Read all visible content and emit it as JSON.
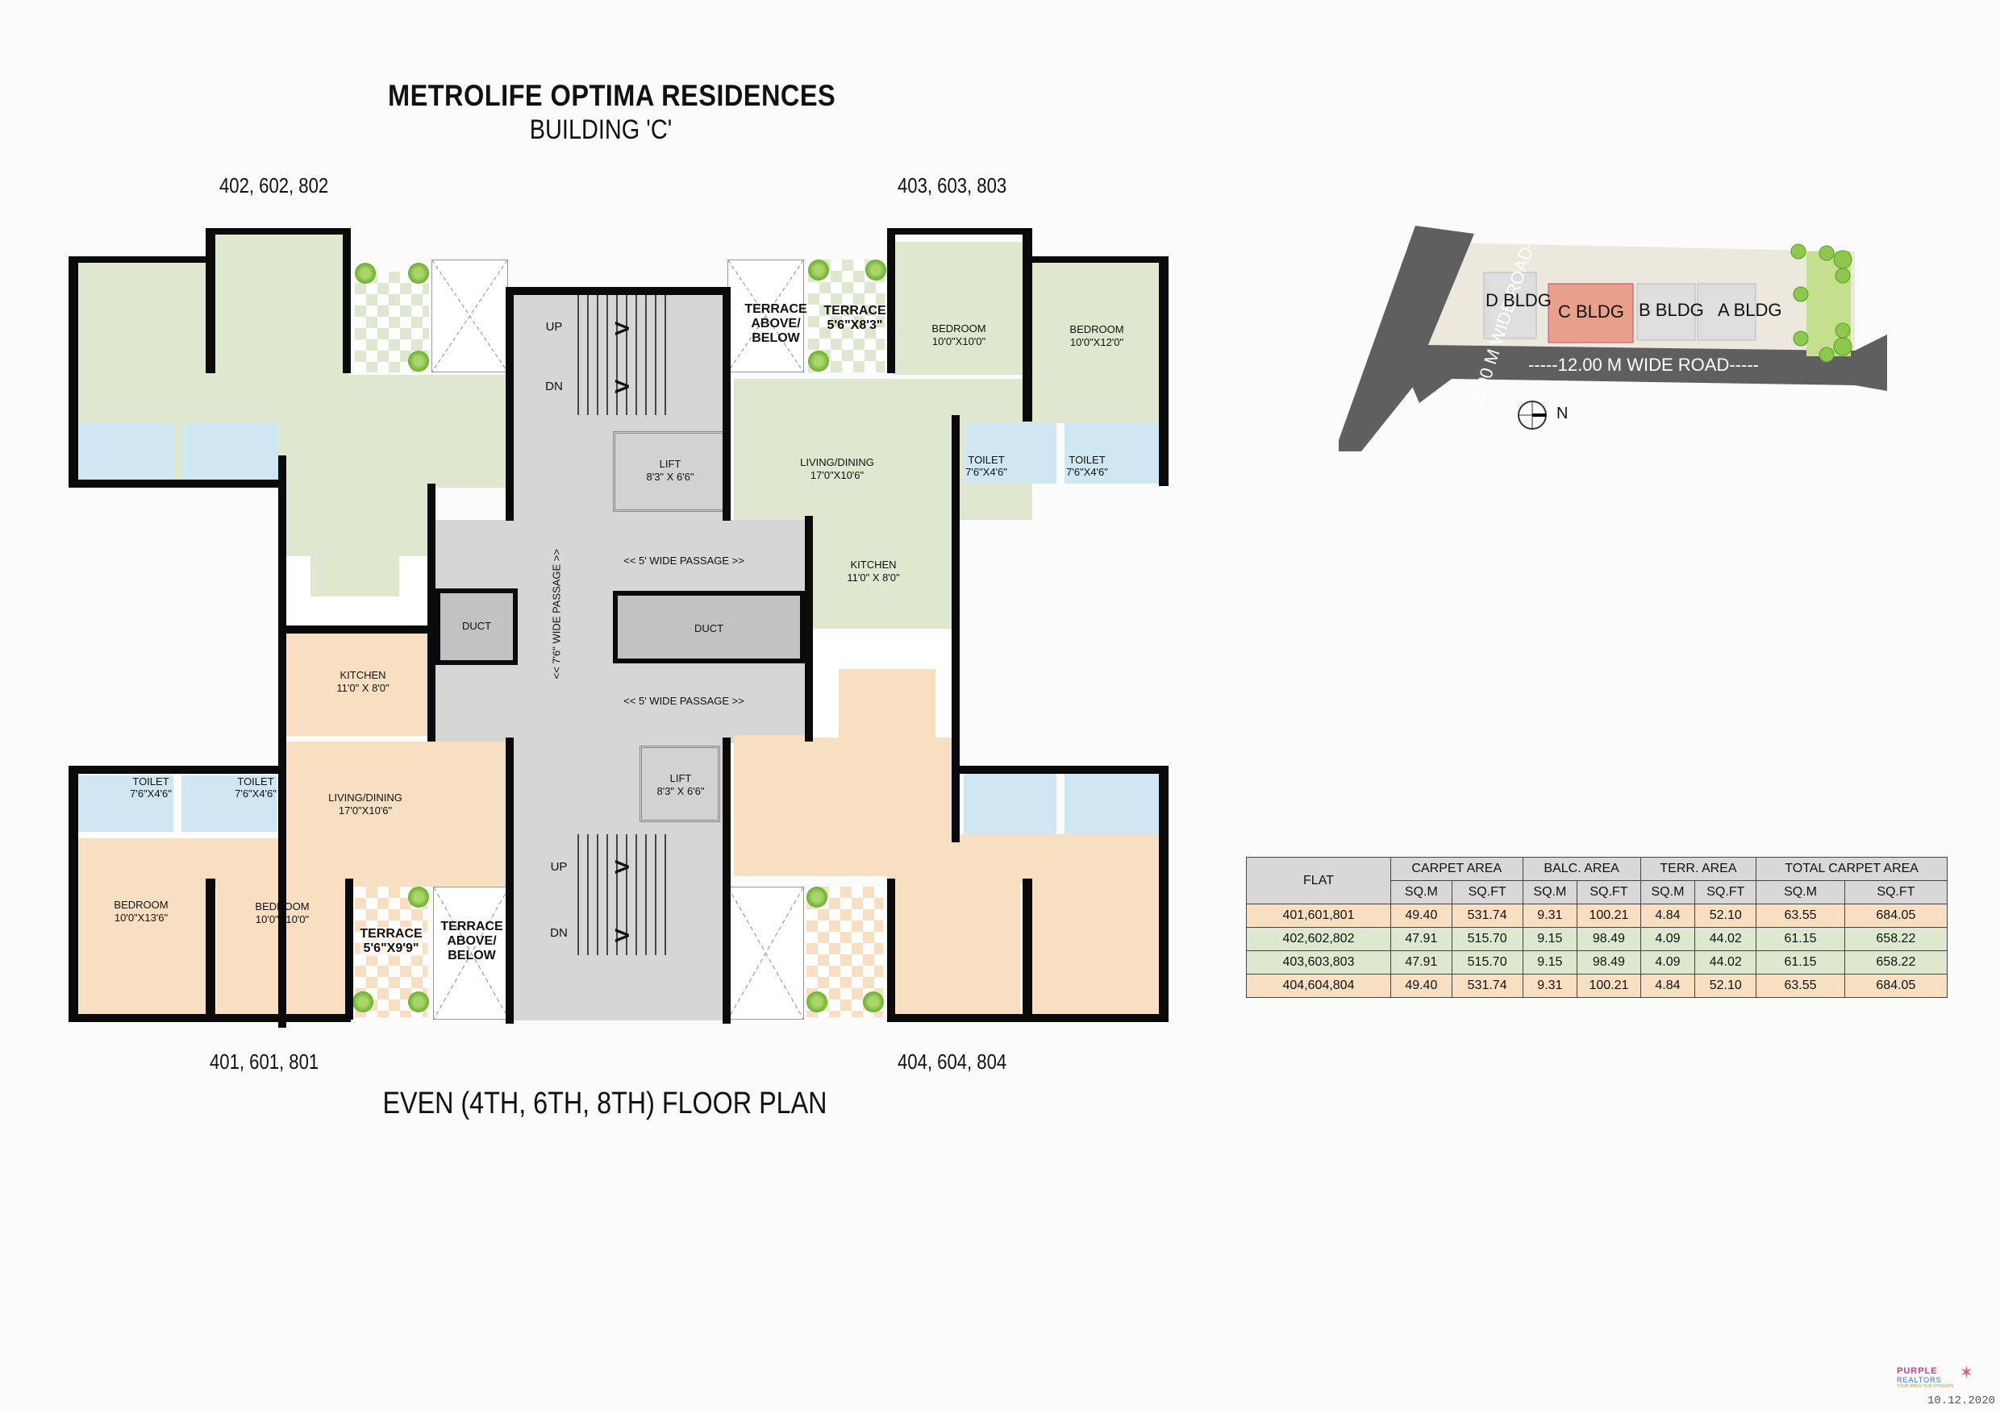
{
  "header": {
    "title": "METROLIFE OPTIMA RESIDENCES",
    "subtitle": "BUILDING 'C'"
  },
  "units": {
    "top_left": "402, 602, 802",
    "top_right": "403, 603, 803",
    "bottom_left": "401, 601, 801",
    "bottom_right": "404, 604, 804"
  },
  "floor_plan_title": "EVEN (4TH, 6TH, 8TH) FLOOR PLAN",
  "core": {
    "stairs_top_up": "UP",
    "stairs_top_dn": "DN",
    "stairs_bottom_up": "UP",
    "stairs_bottom_dn": "DN",
    "lift_top": {
      "name": "LIFT",
      "size": "8'3\" X 6'6\""
    },
    "lift_bottom": {
      "name": "LIFT",
      "size": "8'3\" X 6'6\""
    },
    "duct_small": "DUCT",
    "duct_large": "DUCT",
    "passage_vertical": "<< 7'6\"  WIDE PASSAGE >>",
    "passage_top": "<< 5' WIDE PASSAGE  >>",
    "passage_bottom": "<< 5' WIDE PASSAGE  >>"
  },
  "flat_403": {
    "terrace_above": [
      "TERRACE",
      "ABOVE/",
      "BELOW"
    ],
    "terrace": {
      "name": "TERRACE",
      "size": "5'6\"X8'3\""
    },
    "bedroom1": {
      "name": "BEDROOM",
      "size": "10'0\"X10'0\""
    },
    "bedroom2": {
      "name": "BEDROOM",
      "size": "10'0\"X12'0\""
    },
    "living": {
      "name": "LIVING/DINING",
      "size": "17'0\"X10'6\""
    },
    "toilet1": {
      "name": "TOILET",
      "size": "7'6\"X4'6\""
    },
    "toilet2": {
      "name": "TOILET",
      "size": "7'6\"X4'6\""
    },
    "kitchen": {
      "name": "KITCHEN",
      "size": "11'0\" X 8'0\""
    }
  },
  "flat_401": {
    "kitchen": {
      "name": "KITCHEN",
      "size": "11'0\" X 8'0\""
    },
    "toilet1": {
      "name": "TOILET",
      "size": "7'6\"X4'6\""
    },
    "toilet2": {
      "name": "TOILET",
      "size": "7'6\"X4'6\""
    },
    "living": {
      "name": "LIVING/DINING",
      "size": "17'0\"X10'6\""
    },
    "bedroom1": {
      "name": "BEDROOM",
      "size": "10'0\"X13'6\""
    },
    "bedroom2": {
      "name": "BEDROOM",
      "size": "10'0\"X10'0\""
    },
    "terrace": {
      "name": "TERRACE",
      "size": "5'6\"X9'9\""
    },
    "terrace_above": [
      "TERRACE",
      "ABOVE/",
      "BELOW"
    ]
  },
  "site_plan": {
    "road_vertical": "----18.00 M WIDE ROAD----",
    "road_horizontal": "-----12.00 M WIDE ROAD-----",
    "buildings": [
      "D BLDG",
      "C BLDG",
      "B BLDG",
      "A BLDG"
    ],
    "highlighted": "C BLDG",
    "north": "N",
    "colors": {
      "highlight": "#e8a08a",
      "building": "#dedede",
      "plot": "#ece8dd",
      "road": "#5f5f5f",
      "green": "#c5df8e"
    }
  },
  "area_table": {
    "headers": {
      "flat": "FLAT",
      "groups": [
        "CARPET AREA",
        "BALC. AREA",
        "TERR. AREA",
        "TOTAL CARPET AREA"
      ],
      "sub": [
        "SQ.M",
        "SQ.FT"
      ]
    },
    "rows": [
      {
        "flat": "401,601,801",
        "values": [
          "49.40",
          "531.74",
          "9.31",
          "100.21",
          "4.84",
          "52.10",
          "63.55",
          "684.05"
        ],
        "color": "peach"
      },
      {
        "flat": "402,602,802",
        "values": [
          "47.91",
          "515.70",
          "9.15",
          "98.49",
          "4.09",
          "44.02",
          "61.15",
          "658.22"
        ],
        "color": "green"
      },
      {
        "flat": "403,603,803",
        "values": [
          "47.91",
          "515.70",
          "9.15",
          "98.49",
          "4.09",
          "44.02",
          "61.15",
          "658.22"
        ],
        "color": "green"
      },
      {
        "flat": "404,604,804",
        "values": [
          "49.40",
          "531.74",
          "9.31",
          "100.21",
          "4.84",
          "52.10",
          "63.55",
          "684.05"
        ],
        "color": "peach"
      }
    ]
  },
  "footer": {
    "logo_line1": "PURPLE",
    "logo_line2": "REALTORS",
    "logo_tagline": "YOUR SMILE OUR CONCERN",
    "date": "10.12.2020"
  }
}
